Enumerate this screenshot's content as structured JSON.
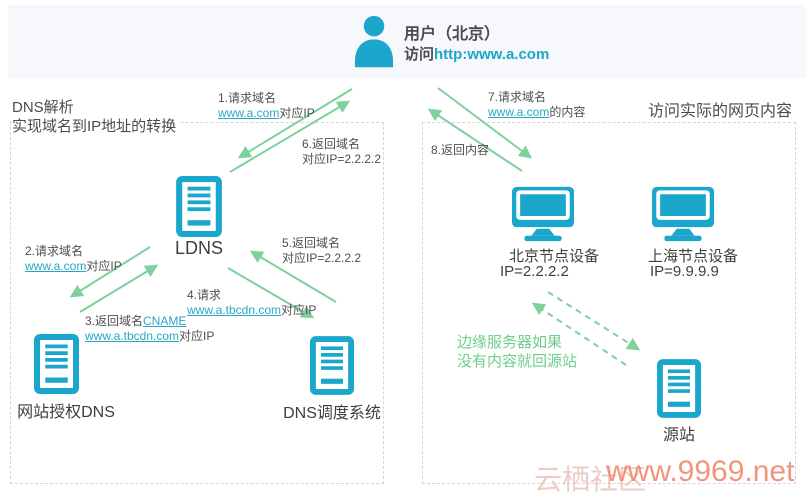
{
  "header": {
    "user_title": "用户（北京）",
    "visit_prefix": "访问",
    "visit_url": "http:www.a.com"
  },
  "left_panel": {
    "title_line1": "DNS解析",
    "title_line2": "实现域名到IP地址的转换",
    "nodes": {
      "ldns": "LDNS",
      "auth_dns": "网站授权DNS",
      "dns_scheduler": "DNS调度系统"
    },
    "steps": {
      "s1": {
        "line1": "1.请求域名",
        "link": "www.a.com",
        "suffix": "对应IP"
      },
      "s2": {
        "line1": "2.请求域名",
        "link": "www.a.com",
        "suffix": "对应IP"
      },
      "s3": {
        "prefix": "3.返回域名",
        "link1": "CNAME",
        "link2": "www.a.tbcdn.com",
        "suffix": "对应IP"
      },
      "s4": {
        "line1": "4.请求",
        "link": "www.a.tbcdn.com",
        "suffix": "对应IP"
      },
      "s5": {
        "line1": "5.返回域名",
        "line2": "对应IP=2.2.2.2"
      },
      "s6": {
        "line1": "6.返回域名",
        "line2": "对应IP=2.2.2.2"
      }
    }
  },
  "right_panel": {
    "title": "访问实际的网页内容",
    "steps": {
      "s7": {
        "line1": "7.请求域名",
        "link": "www.a.com",
        "suffix": "的内容"
      },
      "s8": {
        "line1": "8.返回内容"
      }
    },
    "nodes": {
      "beijing": {
        "name": "北京节点设备",
        "ip": "IP=2.2.2.2"
      },
      "shanghai": {
        "name": "上海节点设备",
        "ip": "IP=9.9.9.9"
      },
      "origin": "源站"
    },
    "note_line1": "边缘服务器如果",
    "note_line2": "没有内容就回源站"
  },
  "watermark": {
    "text1": "云栖社区",
    "text2": "www.9969.net"
  },
  "colors": {
    "cyan": "#1ba6cc",
    "green": "#7cd29a",
    "link": "#29a6c6",
    "text": "#4a4a4a",
    "note_green": "#6fcd8e",
    "watermark_salmon": "#f08a6e",
    "watermark_pink": "#e7bbb0",
    "band_bg": "#f6f8fc"
  }
}
